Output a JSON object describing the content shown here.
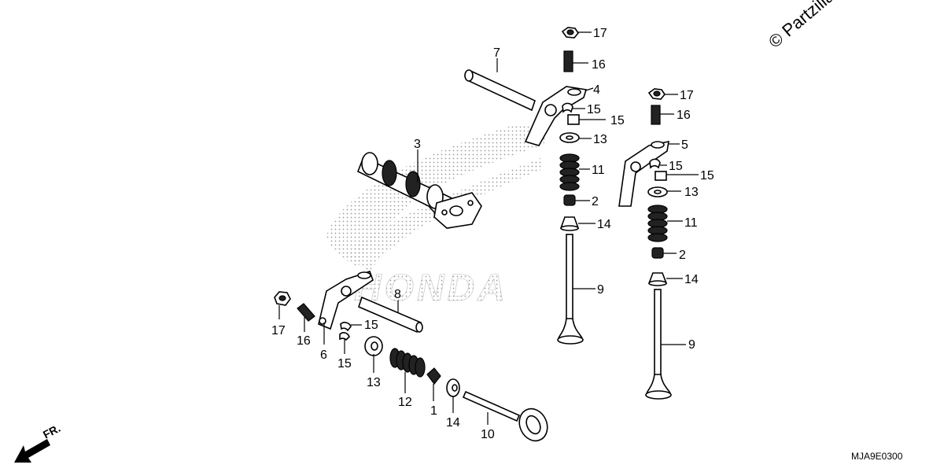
{
  "watermark": "© Partzilla",
  "brand_ghost": "HONDA",
  "drawing_code": "MJA9E0300",
  "direction_label": "FR.",
  "callouts": [
    {
      "id": "c1",
      "label": "1"
    },
    {
      "id": "c2a",
      "label": "2"
    },
    {
      "id": "c2b",
      "label": "2"
    },
    {
      "id": "c3",
      "label": "3"
    },
    {
      "id": "c4",
      "label": "4"
    },
    {
      "id": "c5",
      "label": "5"
    },
    {
      "id": "c6",
      "label": "6"
    },
    {
      "id": "c7",
      "label": "7"
    },
    {
      "id": "c8",
      "label": "8"
    },
    {
      "id": "c9a",
      "label": "9"
    },
    {
      "id": "c9b",
      "label": "9"
    },
    {
      "id": "c10",
      "label": "10"
    },
    {
      "id": "c11a",
      "label": "11"
    },
    {
      "id": "c11b",
      "label": "11"
    },
    {
      "id": "c12",
      "label": "12"
    },
    {
      "id": "c13a",
      "label": "13"
    },
    {
      "id": "c13b",
      "label": "13"
    },
    {
      "id": "c13c",
      "label": "13"
    },
    {
      "id": "c14a",
      "label": "14"
    },
    {
      "id": "c14b",
      "label": "14"
    },
    {
      "id": "c14c",
      "label": "14"
    },
    {
      "id": "c15a",
      "label": "15"
    },
    {
      "id": "c15b",
      "label": "15"
    },
    {
      "id": "c15c",
      "label": "15"
    },
    {
      "id": "c15d",
      "label": "15"
    },
    {
      "id": "c15e",
      "label": "15"
    },
    {
      "id": "c15f",
      "label": "15"
    },
    {
      "id": "c16a",
      "label": "16"
    },
    {
      "id": "c16b",
      "label": "16"
    },
    {
      "id": "c16c",
      "label": "16"
    },
    {
      "id": "c17a",
      "label": "17"
    },
    {
      "id": "c17b",
      "label": "17"
    },
    {
      "id": "c17c",
      "label": "17"
    }
  ]
}
